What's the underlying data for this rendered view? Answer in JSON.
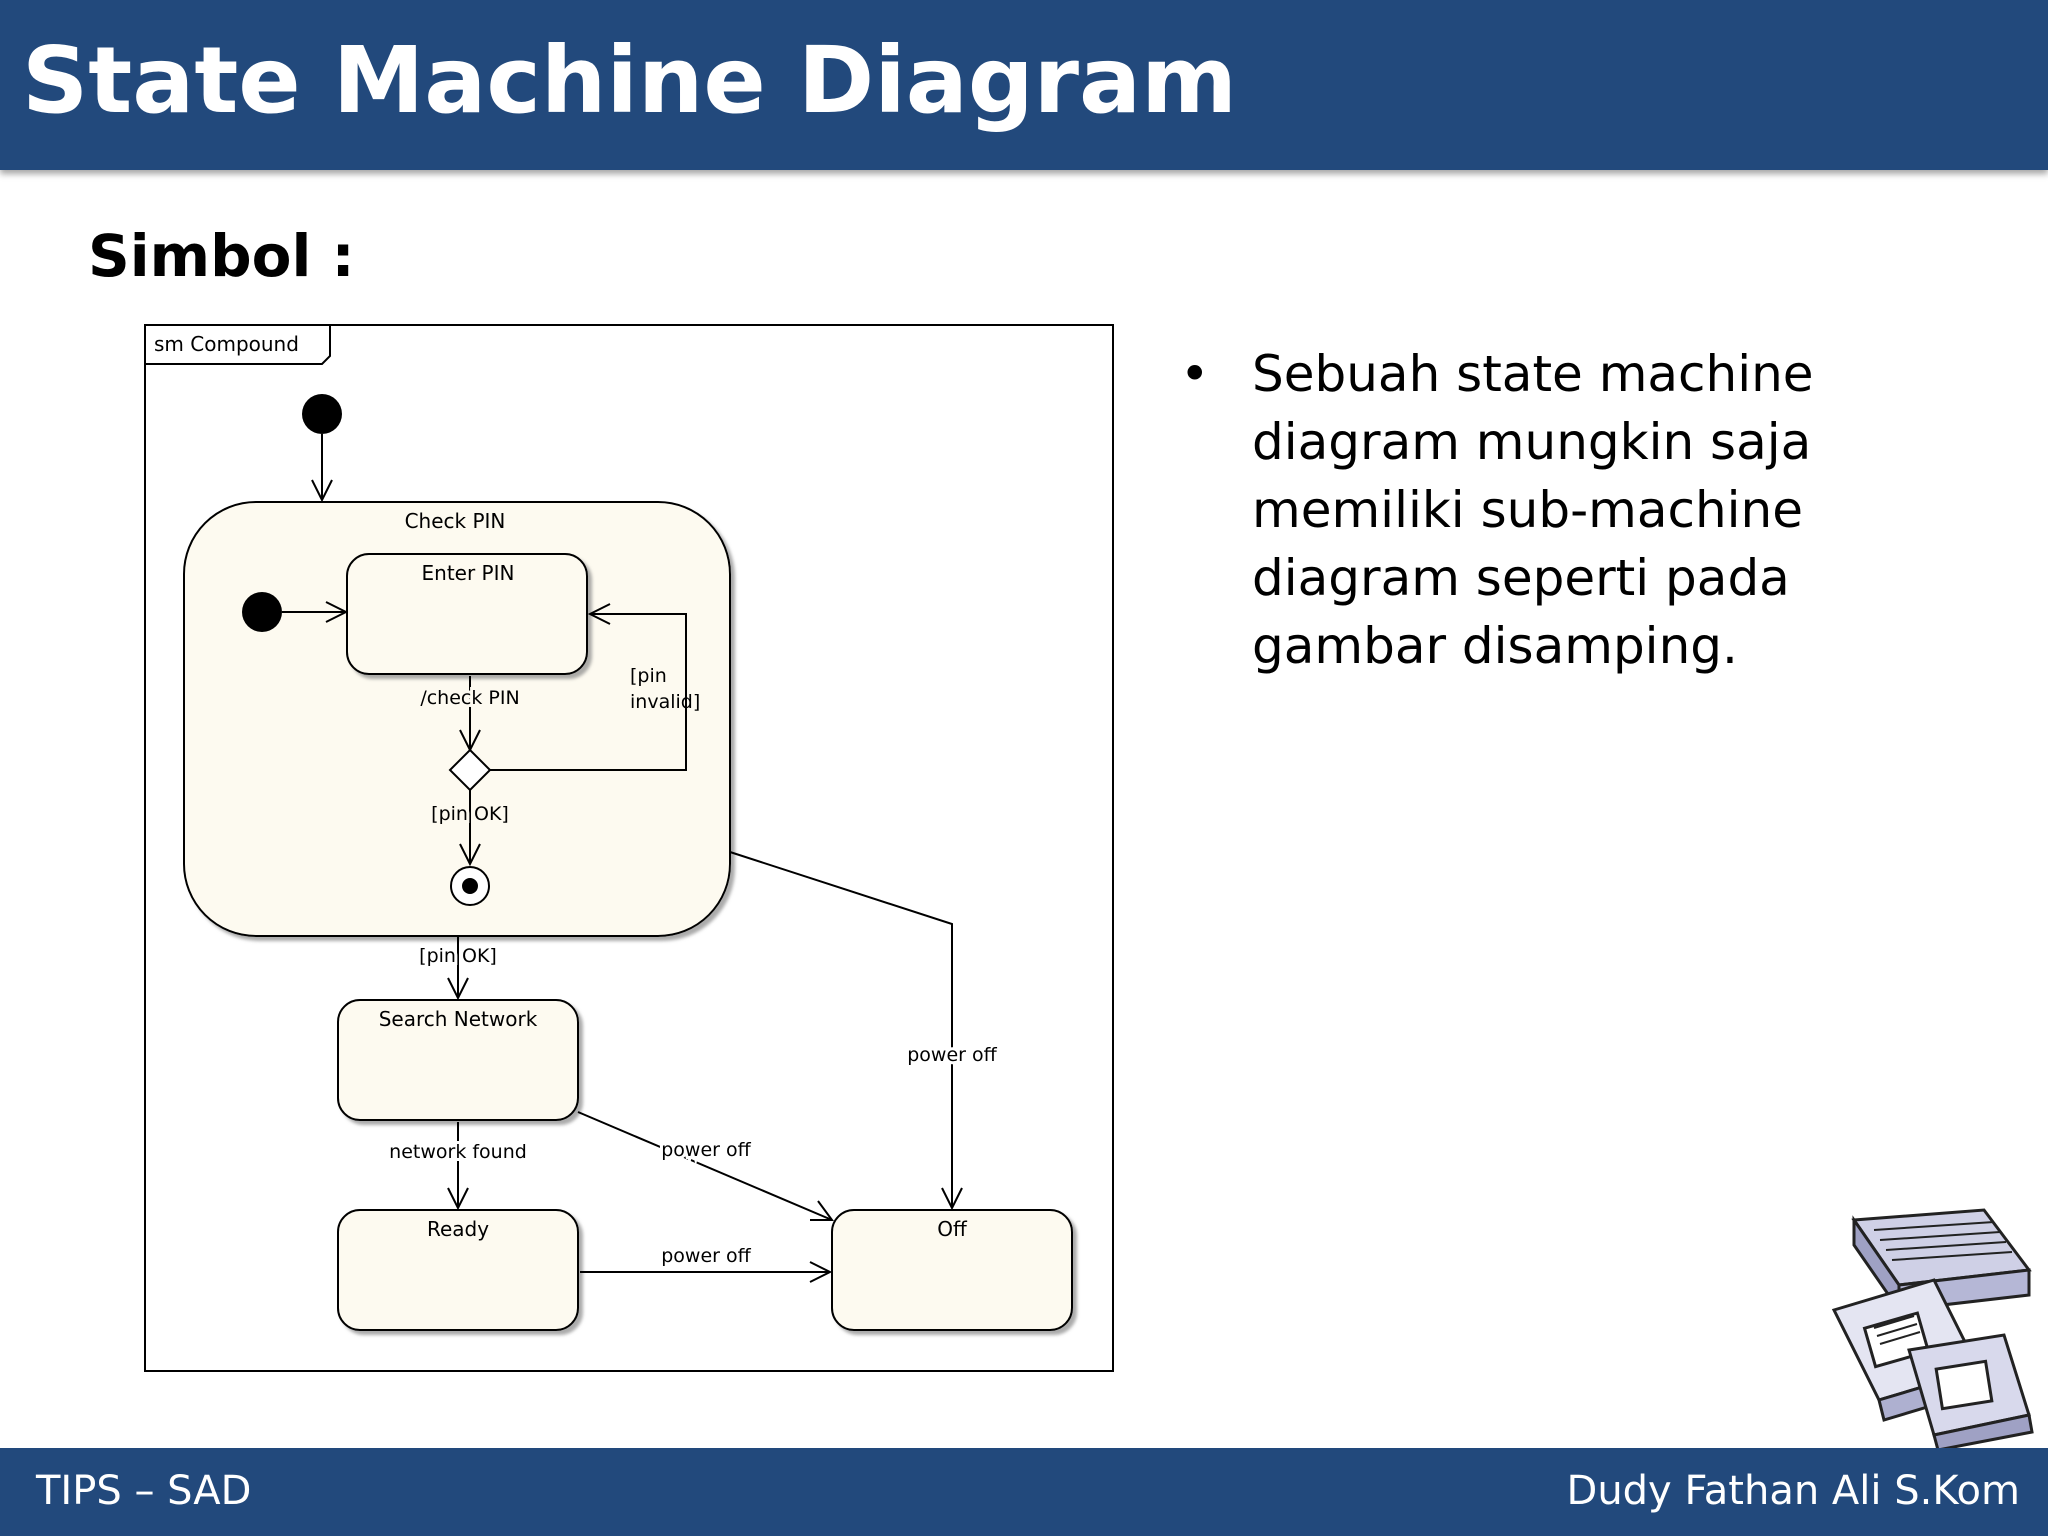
{
  "slide": {
    "title": "State Machine Diagram",
    "subtitle": "Simbol :",
    "bullets": [
      "Sebuah state machine diagram mungkin saja memiliki sub-machine diagram seperti pada gambar disamping."
    ],
    "footer_left": "TIPS – SAD",
    "footer_right": "Dudy Fathan Ali S.Kom"
  },
  "diagram": {
    "frame_label": "sm Compound",
    "states": {
      "check_pin": "Check PIN",
      "enter_pin": "Enter PIN",
      "search_network": "Search Network",
      "ready": "Ready",
      "off": "Off"
    },
    "transitions": {
      "check_pin_action": "/check PIN",
      "pin_invalid_line1": "[pin",
      "pin_invalid_line2": "invalid]",
      "pin_ok_inner": "[pin OK]",
      "pin_ok_outer": "[pin OK]",
      "network_found": "network found",
      "power_off_check": "power off",
      "power_off_search": "power off",
      "power_off_ready": "power off"
    }
  },
  "colors": {
    "header": "#22497c",
    "state_fill": "#fdfaf0"
  },
  "icons": {
    "clipart": "floppy-disks-icon"
  }
}
